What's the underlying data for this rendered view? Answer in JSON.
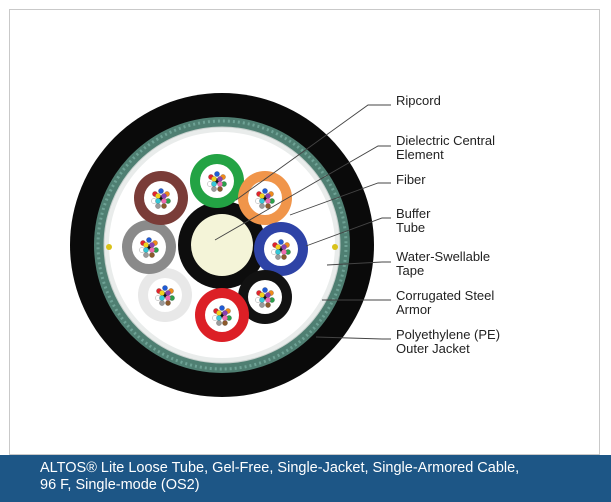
{
  "labels": {
    "ripcord": "Ripcord",
    "dielectric": "Dielectric Central\nElement",
    "fiber": "Fiber",
    "buffer": "Buffer\nTube",
    "water": "Water-Swellable\nTape",
    "armor": "Corrugated Steel\nArmor",
    "jacket": "Polyethylene (PE)\nOuter Jacket"
  },
  "caption": "ALTOS® Lite Loose Tube, Gel-Free, Single-Jacket, Single-Armored Cable,\n96 F, Single-mode (OS2)",
  "colors": {
    "caption_bg": "#1d5686",
    "jacket": "#0a0a0a",
    "armor": "#4f7f72",
    "tape": "#e9eceb",
    "central_member": "#f4f4d8",
    "tubes": [
      "#23a344",
      "#f0954a",
      "#2e43a6",
      "#121212",
      "#dc1f26",
      "#e8e8e8",
      "#8a8a8a",
      "#7a3c38"
    ],
    "fibers": [
      "#1f5bd6",
      "#f08a1c",
      "#2aa04a",
      "#8b5a2b",
      "#9a9a9a",
      "#ffffff",
      "#e3232b",
      "#111111",
      "#f2d21c",
      "#8b3fb0",
      "#f06ab0",
      "#35c8d8"
    ]
  }
}
